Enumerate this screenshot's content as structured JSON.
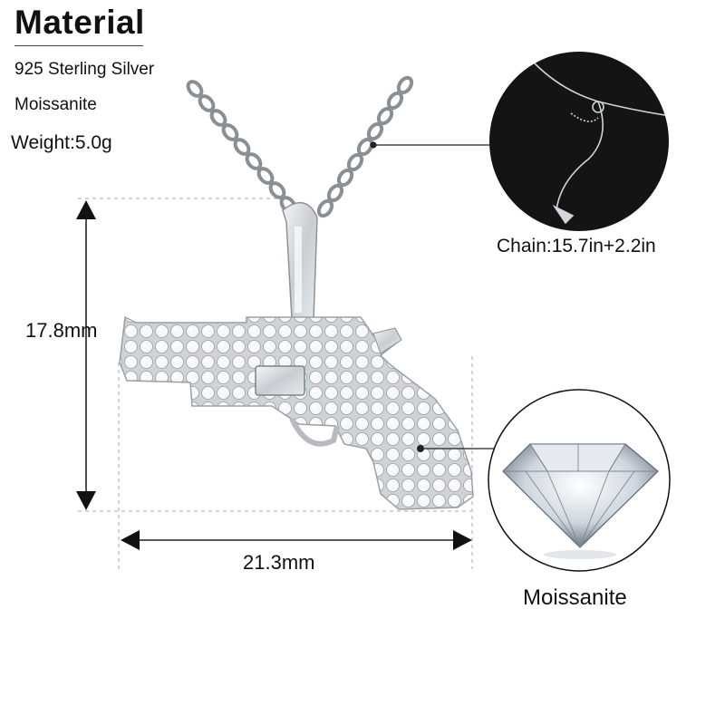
{
  "header": {
    "title": "Material"
  },
  "specs": [
    "925 Sterling Silver",
    "Moissanite",
    "Weight:5.0g"
  ],
  "dimensions": {
    "height": "17.8mm",
    "width": "21.3mm"
  },
  "callouts": {
    "chain": "Chain:15.7in+2.2in",
    "stone": "Moissanite"
  },
  "colors": {
    "text": "#111111",
    "silver": "#d9dce0",
    "chain_bg": "#141414",
    "guide": "#999999"
  },
  "icons": [
    "revolver-pendant-icon",
    "chain-detail-icon",
    "moissanite-gem-icon",
    "arrow-up-icon",
    "arrow-down-icon",
    "arrow-left-icon",
    "arrow-right-icon"
  ]
}
